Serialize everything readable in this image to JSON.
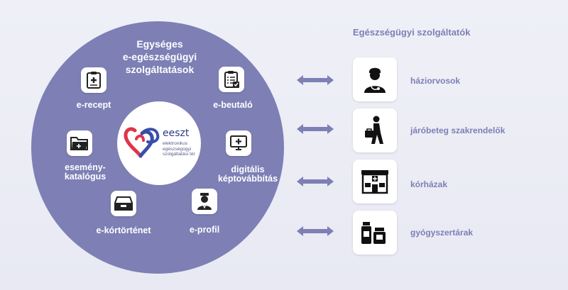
{
  "circle": {
    "title_lines": [
      "Egységes",
      "e-egészségügyi",
      "szolgáltatások"
    ],
    "logo": {
      "name": "eeszt",
      "subtitle_lines": [
        "elektronikus",
        "egészségügyi",
        "szolgáltatási tér"
      ]
    },
    "services": [
      {
        "label_lines": [
          "e-recept"
        ],
        "icon": "prescription-icon"
      },
      {
        "label_lines": [
          "e-beutaló"
        ],
        "icon": "checklist-icon"
      },
      {
        "label_lines": [
          "digitális",
          "képtovábbítás"
        ],
        "icon": "medical-monitor-icon"
      },
      {
        "label_lines": [
          "e-profil"
        ],
        "icon": "doctor-profile-icon"
      },
      {
        "label_lines": [
          "e-kórtörténet"
        ],
        "icon": "archive-box-icon"
      },
      {
        "label_lines": [
          "esemény-",
          "katalógus"
        ],
        "icon": "folder-icon"
      }
    ]
  },
  "providers": {
    "title": "Egészségügyi szolgáltatók",
    "items": [
      {
        "label": "háziorvosok",
        "icon": "doctor-icon"
      },
      {
        "label": "járóbeteg szakrendelők",
        "icon": "walking-patient-icon"
      },
      {
        "label": "kórházak",
        "icon": "hospital-icon"
      },
      {
        "label": "gyógyszertárak",
        "icon": "pharmacy-bottles-icon"
      }
    ]
  },
  "colors": {
    "circle": "#7d7fb5",
    "arrow": "#7d7fb5",
    "text_accent": "#7d7fb5",
    "logo_blue": "#3a4ea8",
    "logo_red": "#e0344a"
  }
}
